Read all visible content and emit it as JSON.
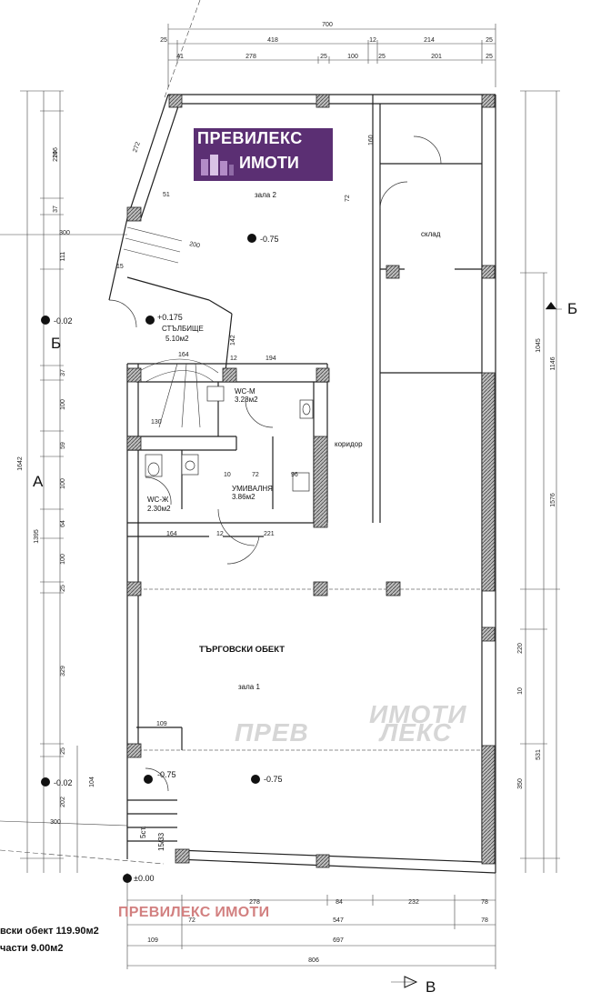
{
  "logo_top": {
    "line1": "ПРЕВИЛЕКС",
    "line2": "ИМОТИ"
  },
  "watermark_mid": {
    "part1": "ПРЕВ",
    "part2": "ИМОТИ",
    "part3": "ЛЕКС"
  },
  "watermark_red": "ПРЕВИЛЕКС ИМОТИ",
  "axes": {
    "a": "A",
    "b": "Б",
    "v": "В"
  },
  "rooms": {
    "zala2": "зала 2",
    "sklad": "склад",
    "koridor": "коридор",
    "stalbishte": "СТЪЛБИЩЕ",
    "stalbishte_area": "5.10м2",
    "wcm": "WC-M",
    "wcm_area": "3.28м2",
    "wcj": "WC-Ж",
    "wcj_area": "2.30м2",
    "umivalnia": "УМИВАЛНЯ",
    "umivalnia_area": "3.86м2",
    "targovski": "ТЪРГОВСКИ ОБЕКТ",
    "zala1": "зала 1"
  },
  "levels": {
    "l_075_top": "-0.75",
    "l_0175": "+0.175",
    "l_002_left": "-0.02",
    "l_002_bottom": "-0.02",
    "l_075_b1": "-0.75",
    "l_075_b2": "-0.75",
    "l_000": "±0.00"
  },
  "stairs_note": {
    "a": "5ст.",
    "b": "15/33"
  },
  "dims": {
    "top_total": "700",
    "top_418": "418",
    "top_12": "12",
    "top_214": "214",
    "top_25a": "25",
    "top_25b": "25",
    "top_41": "41",
    "top_278": "278",
    "top_25c": "25",
    "top_100": "100",
    "top_25d": "25",
    "top_201": "201",
    "top_25e": "25",
    "bot_278": "278",
    "bot_84": "84",
    "bot_232": "232",
    "bot_78a": "78",
    "bot_72": "72",
    "bot_547": "547",
    "bot_78b": "78",
    "bot_109": "109",
    "bot_697": "697",
    "bot_806": "806",
    "left_246": "246",
    "left_210": "210",
    "left_37a": "37",
    "left_300a": "300",
    "left_111": "111",
    "left_37b": "37",
    "left_100a": "100",
    "left_59": "59",
    "left_1642": "1642",
    "left_1395": "1395",
    "left_100b": "100",
    "left_64": "64",
    "left_100c": "100",
    "left_25": "25",
    "left_329": "329",
    "left_25b": "25",
    "left_104": "104",
    "left_202": "202",
    "left_300b": "300",
    "right_1045": "1045",
    "right_1146": "1146",
    "right_1576": "1576",
    "right_220": "220",
    "right_10": "10",
    "right_531": "531",
    "right_350": "350",
    "in_272": "272",
    "in_200": "200",
    "in_164a": "164",
    "in_12a": "12",
    "in_194": "194",
    "in_142": "142",
    "in_130": "130",
    "in_10": "10",
    "in_72a": "72",
    "in_96": "96",
    "in_164b": "164",
    "in_12b": "12",
    "in_221": "221",
    "in_109": "109",
    "in_160": "160",
    "in_72b": "72",
    "in_15": "15",
    "in_51": "51"
  },
  "legend": {
    "line1": "вски обект 119.90м2",
    "line2": "части 9.00м2"
  }
}
